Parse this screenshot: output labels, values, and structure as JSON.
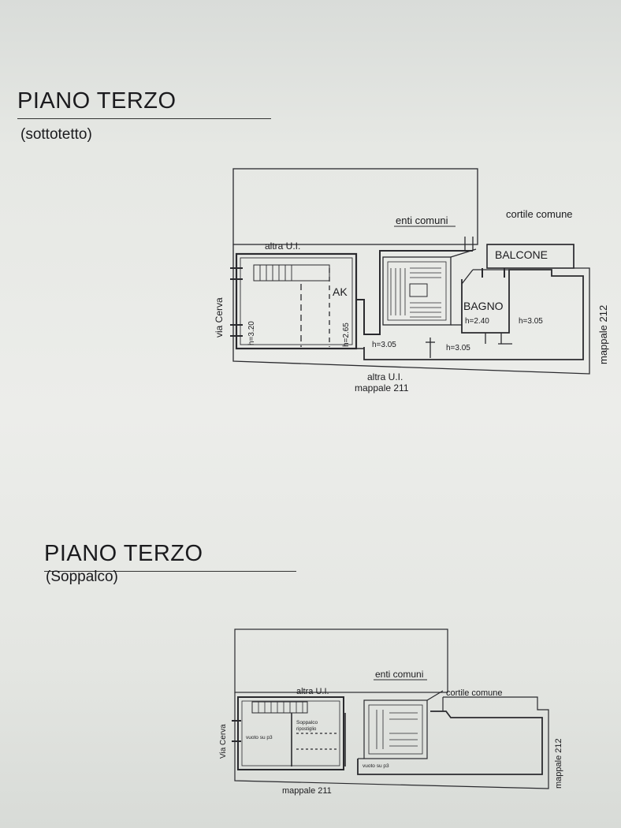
{
  "plan_top": {
    "title": "PIANO TERZO",
    "subtitle": "(sottotetto)",
    "labels": {
      "enti_comuni": "enti comuni",
      "cortile_comune": "cortile comune",
      "altra_ui_top": "altra U.I.",
      "balcone": "BALCONE",
      "ak": "AK",
      "bagno": "BAGNO",
      "via_cerva": "via Cerva",
      "mappale_212": "mappale 212",
      "altra_ui_bottom": "altra U.I.",
      "mappale_211": "mappale 211",
      "h_320": "h=3.20",
      "h_265": "h=2.65",
      "h_305_a": "h=3.05",
      "h_305_b": "h=3.05",
      "h_240": "h=2.40",
      "h_305_c": "h=3.05"
    }
  },
  "plan_bottom": {
    "title": "PIANO TERZO",
    "subtitle": "(Soppalco)",
    "labels": {
      "enti_comuni": "enti comuni",
      "altra_ui": "altra U.I.",
      "cortile_comune": "cortile comune",
      "via_cerva": "Via Cerva",
      "mappale_212": "mappale 212",
      "mappale_211": "mappale 211",
      "vuoto_left": "vuoto su p3",
      "soppalco": "Soppalco",
      "soppalco_sub": "ripostiglio",
      "vuoto_right": "vuoto su p3"
    }
  }
}
